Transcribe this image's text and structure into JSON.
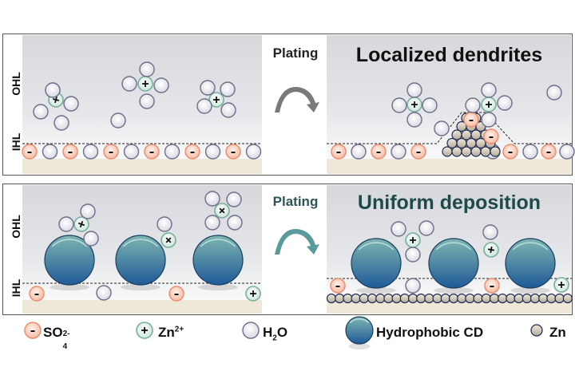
{
  "colors": {
    "sulfate_fill": "#f6b9a2",
    "sulfate_stroke": "#e98c6f",
    "zinc_ion_fill": "#cde6dd",
    "zinc_ion_stroke": "#7aaf9e",
    "water_fill": "#d9d9e3",
    "water_stroke": "#6e6e88",
    "cd_top": "#7fb5b1",
    "cd_bottom": "#1f5a98",
    "zn_fill": "#b5aa97",
    "zn_stroke": "#1e2a52",
    "substrate": "#efe8d9",
    "arrow_top": "#7a7a7a",
    "arrow_bottom": "#5b9a9a",
    "title_bottom": "#1f4a4a"
  },
  "top_panel": {
    "layer_labels": {
      "outer": "OHL",
      "inner": "IHL"
    },
    "process_label": "Plating",
    "result_title": "Localized dendrites"
  },
  "bottom_panel": {
    "layer_labels": {
      "outer": "OHL",
      "inner": "IHL"
    },
    "process_label": "Plating",
    "result_title": "Uniform deposition"
  },
  "legend": {
    "items": [
      {
        "symbol": "sulfate-ion",
        "sign": "-",
        "label": "SO",
        "sub": "4",
        "sup": "2-"
      },
      {
        "symbol": "zinc-ion",
        "sign": "+",
        "label": "Zn",
        "sup": "2+"
      },
      {
        "symbol": "water-molecule",
        "label": "H",
        "sub": "2",
        "suffix": "O"
      },
      {
        "symbol": "hydrophobic-cd",
        "label": "Hydrophobic CD"
      },
      {
        "symbol": "zn-atom",
        "label": "Zn"
      }
    ]
  }
}
